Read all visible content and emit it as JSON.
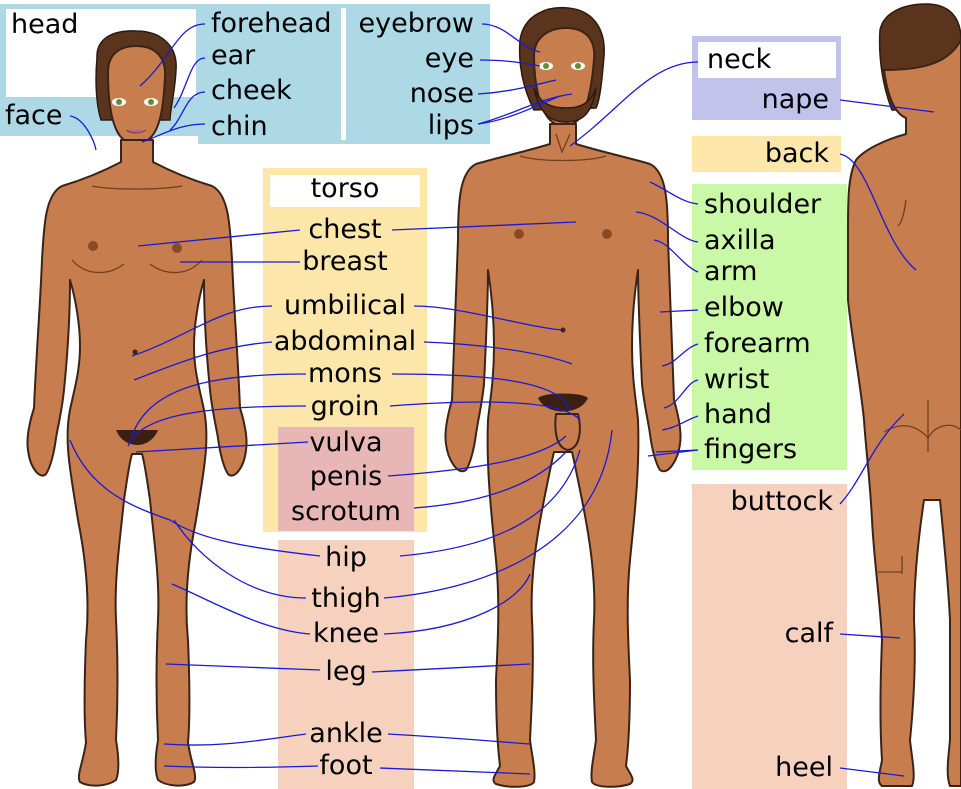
{
  "colors": {
    "head_group": "#add8e6",
    "torso_group": "#fde6a9",
    "genital_group": "#e8b7b5",
    "leg_group": "#f6d1bd",
    "arm_group": "#c9f8a6",
    "neck_group": "#c2c3eb",
    "skin": "#c77d4e",
    "skin_outline": "#3a2418",
    "hair": "#5a341c",
    "leader_line": "#1a1ad6"
  },
  "labels": {
    "head": "head",
    "face": "face",
    "forehead": "forehead",
    "ear": "ear",
    "cheek": "cheek",
    "chin": "chin",
    "eyebrow": "eyebrow",
    "eye": "eye",
    "nose": "nose",
    "lips": "lips",
    "neck": "neck",
    "nape": "nape",
    "back": "back",
    "torso": "torso",
    "chest": "chest",
    "breast": "breast",
    "umbilical": "umbilical",
    "abdominal": "abdominal",
    "mons": "mons",
    "groin": "groin",
    "vulva": "vulva",
    "penis": "penis",
    "scrotum": "scrotum",
    "hip": "hip",
    "thigh": "thigh",
    "knee": "knee",
    "leg": "leg",
    "ankle": "ankle",
    "foot": "foot",
    "shoulder": "shoulder",
    "axilla": "axilla",
    "arm": "arm",
    "elbow": "elbow",
    "forearm": "forearm",
    "wrist": "wrist",
    "hand": "hand",
    "fingers": "fingers",
    "buttock": "buttock",
    "calf": "calf",
    "heel": "heel"
  }
}
